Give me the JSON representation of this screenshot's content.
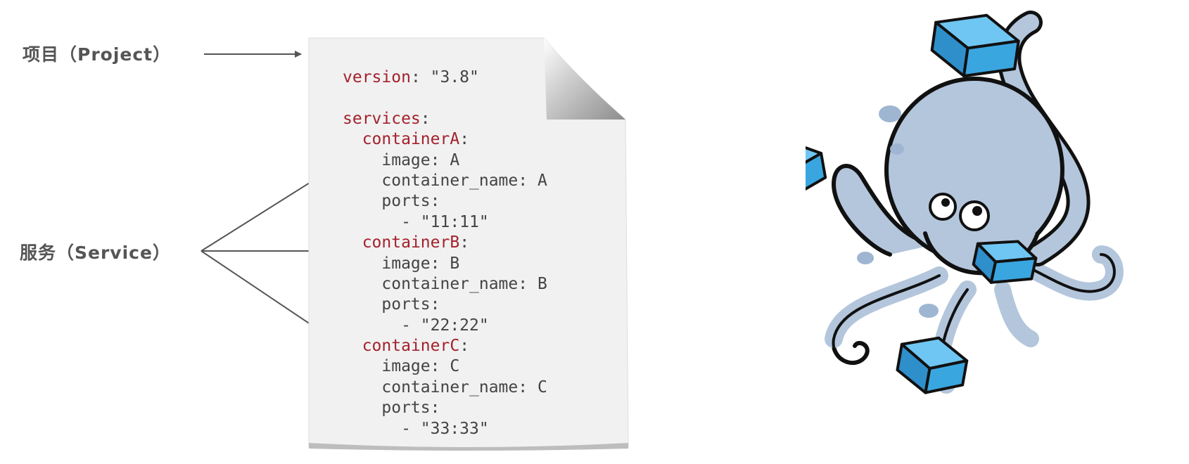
{
  "labels": {
    "project": "项目（Project）",
    "service": "服务（Service）"
  },
  "compose_file": {
    "lines": [
      {
        "key": "version",
        "rest": ": \"3.8\"",
        "indent": ""
      },
      {
        "key": "",
        "rest": "",
        "indent": ""
      },
      {
        "key": "services",
        "rest": ":",
        "indent": ""
      },
      {
        "key": "containerA",
        "rest": ":",
        "indent": "  "
      },
      {
        "key": "",
        "rest": "image: A",
        "indent": "    "
      },
      {
        "key": "",
        "rest": "container_name: A",
        "indent": "    "
      },
      {
        "key": "",
        "rest": "ports:",
        "indent": "    "
      },
      {
        "key": "",
        "rest": "- \"11:11\"",
        "indent": "      "
      },
      {
        "key": "containerB",
        "rest": ":",
        "indent": "  "
      },
      {
        "key": "",
        "rest": "image: B",
        "indent": "    "
      },
      {
        "key": "",
        "rest": "container_name: B",
        "indent": "    "
      },
      {
        "key": "",
        "rest": "ports:",
        "indent": "    "
      },
      {
        "key": "",
        "rest": "- \"22:22\"",
        "indent": "      "
      },
      {
        "key": "containerC",
        "rest": ":",
        "indent": "  "
      },
      {
        "key": "",
        "rest": "image: C",
        "indent": "    "
      },
      {
        "key": "",
        "rest": "container_name: C",
        "indent": "    "
      },
      {
        "key": "",
        "rest": "ports:",
        "indent": "    "
      },
      {
        "key": "",
        "rest": "- \"33:33\"",
        "indent": "      "
      }
    ]
  },
  "colors": {
    "keyword": "#a3222d",
    "text": "#444444",
    "label": "#555555",
    "paper": "#f1f1f1",
    "octopus_body": "#b3c6dc",
    "container_box": "#3aa6e0"
  },
  "icons": {
    "mascot": "docker-compose-octopus-icon",
    "document": "yaml-document-icon"
  }
}
